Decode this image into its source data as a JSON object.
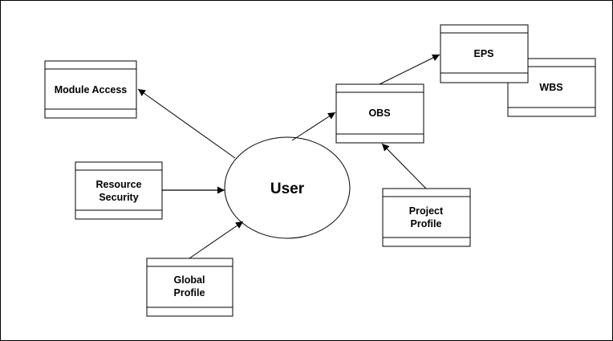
{
  "diagram": {
    "user": "User",
    "nodes": {
      "module_access": [
        "Module Access"
      ],
      "resource_security": [
        "Resource",
        "Security"
      ],
      "global_profile": [
        "Global",
        "Profile"
      ],
      "obs": [
        "OBS"
      ],
      "eps": [
        "EPS"
      ],
      "wbs": [
        "WBS"
      ],
      "project_profile": [
        "Project",
        "Profile"
      ]
    }
  }
}
